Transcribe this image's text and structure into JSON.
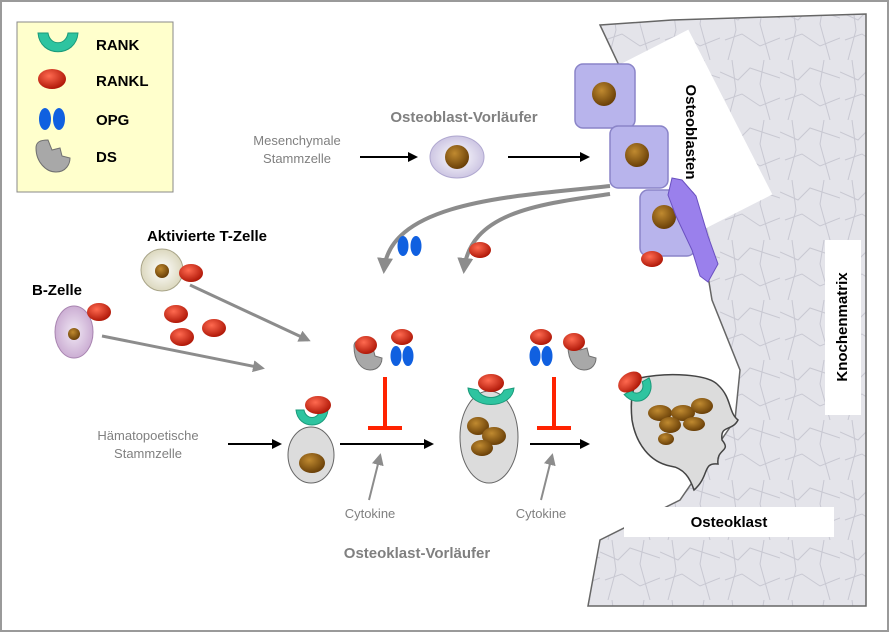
{
  "legend": {
    "rank": "RANK",
    "rankl": "RANKL",
    "opg": "OPG",
    "ds": "DS"
  },
  "labels": {
    "osteoblast_precursor": "Osteoblast-Vorläufer",
    "mesenchymal_line1": "Mesenchymale",
    "mesenchymal_line2": "Stammzelle",
    "osteoblasts": "Osteoblasten",
    "bone_matrix": "Knochenmatrix",
    "activated_t_cell": "Aktivierte T-Zelle",
    "b_cell": "B-Zelle",
    "hematopoietic_line1": "Hämatopoetische",
    "hematopoietic_line2": "Stammzelle",
    "cytokines_1": "Cytokine",
    "cytokines_2": "Cytokine",
    "osteoclast": "Osteoklast",
    "osteoclast_precursor": "Osteoklast-Vorläufer"
  },
  "colors": {
    "background": "#ffffff",
    "legend_fill": "#ffffcc",
    "rank": "#2ec4a0",
    "rankl": "#d42a1a",
    "opg": "#1060e0",
    "ds": "#a8a8a8",
    "nucleus": "#8b5a14",
    "osteoblast": "#b8b4ec",
    "osteoclast_fill": "#dcdcdc",
    "inhibition": "#ff2200",
    "gray_arrow": "#8c8c8c",
    "text_gray": "#808080"
  }
}
